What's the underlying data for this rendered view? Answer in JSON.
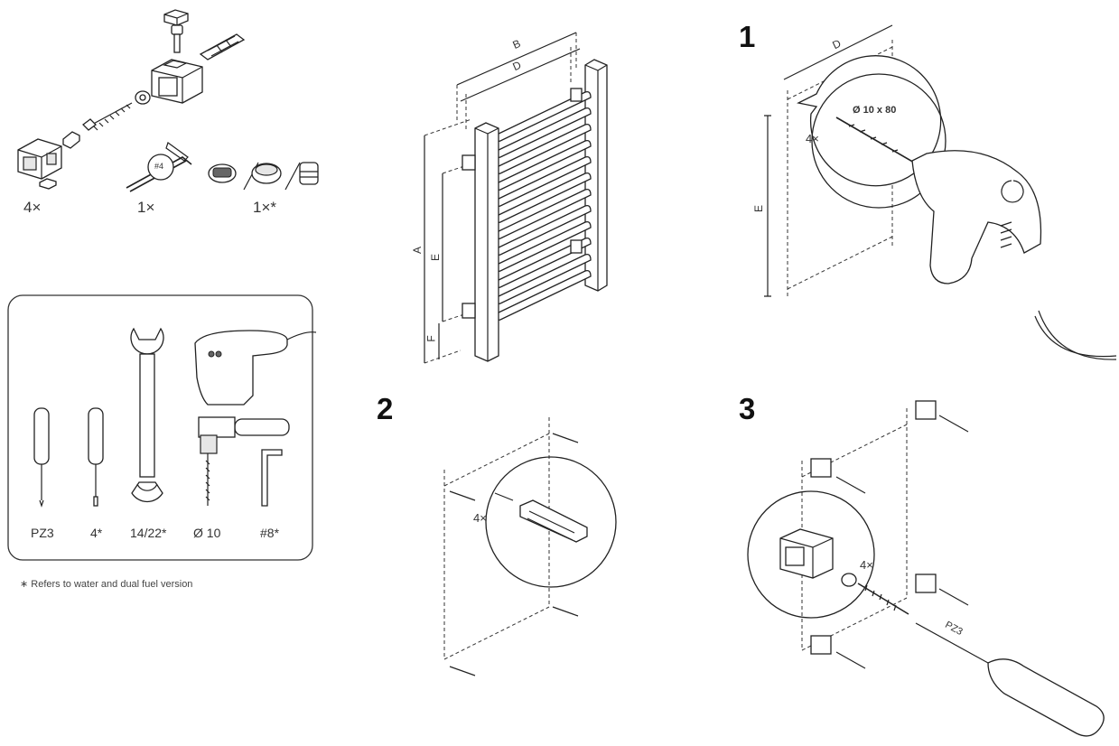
{
  "parts": {
    "bracket_qty": "4×",
    "key_qty": "1×",
    "valve_qty": "1×*",
    "key_label": "#4"
  },
  "tools": {
    "screwdriver_pz": "PZ3",
    "screwdriver_flat": "4*",
    "wrench": "14/22*",
    "drill_bit": "Ø 10",
    "allen_key": "#8*"
  },
  "footnote": "∗ Refers to water and dual fuel version",
  "dimensions": {
    "a": "A",
    "b": "B",
    "d": "D",
    "e": "E",
    "f": "F"
  },
  "steps": {
    "step1": "1",
    "step2": "2",
    "step3": "3",
    "step1_qty": "4×",
    "step1_drill_size": "Ø 10 x 80",
    "step1_d": "D",
    "step1_e": "E",
    "step2_qty": "4×",
    "step3_qty": "4×",
    "step3_pz": "PZ3"
  }
}
